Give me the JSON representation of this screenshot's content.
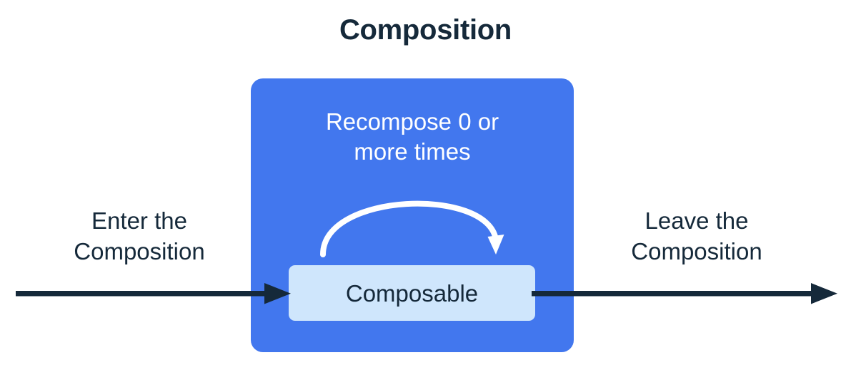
{
  "title": "Composition",
  "colors": {
    "background": "#ffffff",
    "ink": "#15293a",
    "composition_blue": "#4277ee",
    "composable_blue": "#cfe6fc",
    "arrow_white": "#ffffff"
  },
  "diagram": {
    "type": "flow",
    "region_label": "Composition",
    "recompose_caption": {
      "line1": "Recompose 0 or",
      "line2": "more times",
      "full_text": "Recompose 0 or more times",
      "recompose_count": "0"
    },
    "composable": {
      "label": "Composable"
    },
    "enter_caption": {
      "line1": "Enter the",
      "line2": "Composition",
      "full_text": "Enter the Composition"
    },
    "leave_caption": {
      "line1": "Leave the",
      "line2": "Composition",
      "full_text": "Leave the Composition"
    },
    "icons": {
      "enter_arrow": "arrow-right-icon",
      "leave_arrow": "arrow-right-icon",
      "recompose_arrow": "curved-loop-arrow-icon"
    }
  }
}
